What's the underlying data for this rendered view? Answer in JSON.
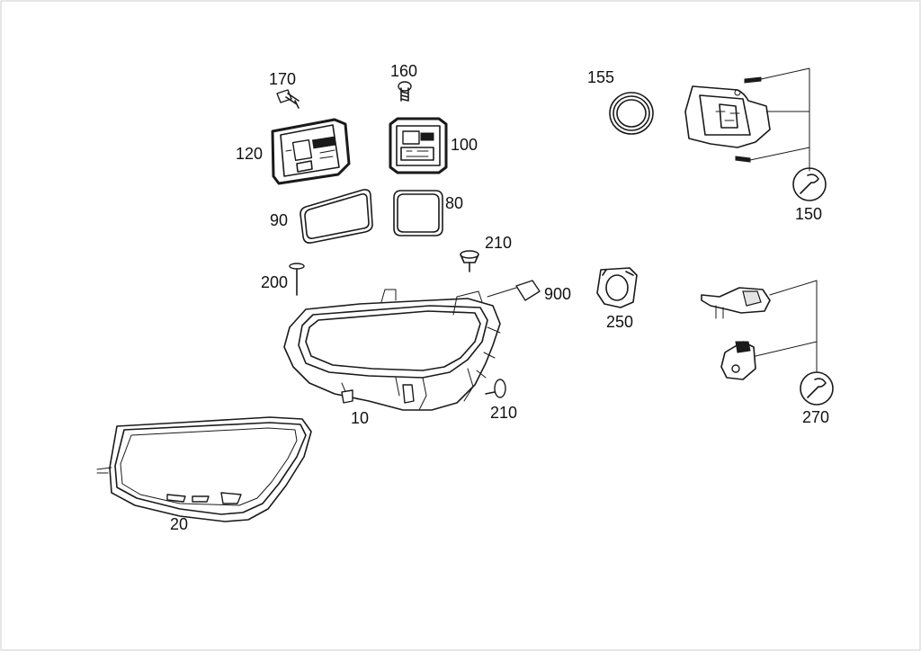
{
  "diagram": {
    "parts": [
      {
        "id": "p170",
        "label": "170"
      },
      {
        "id": "p160",
        "label": "160"
      },
      {
        "id": "p155",
        "label": "155"
      },
      {
        "id": "p120",
        "label": "120"
      },
      {
        "id": "p100",
        "label": "100"
      },
      {
        "id": "p90",
        "label": "90"
      },
      {
        "id": "p80",
        "label": "80"
      },
      {
        "id": "p150",
        "label": "150"
      },
      {
        "id": "p210a",
        "label": "210"
      },
      {
        "id": "p200",
        "label": "200"
      },
      {
        "id": "p900",
        "label": "900"
      },
      {
        "id": "p250",
        "label": "250"
      },
      {
        "id": "p10",
        "label": "10"
      },
      {
        "id": "p210b",
        "label": "210"
      },
      {
        "id": "p270",
        "label": "270"
      },
      {
        "id": "p20",
        "label": "20"
      }
    ],
    "colors": {
      "line": "#1a1a1a",
      "background": "#ffffff",
      "frame": "#cccccc"
    }
  }
}
